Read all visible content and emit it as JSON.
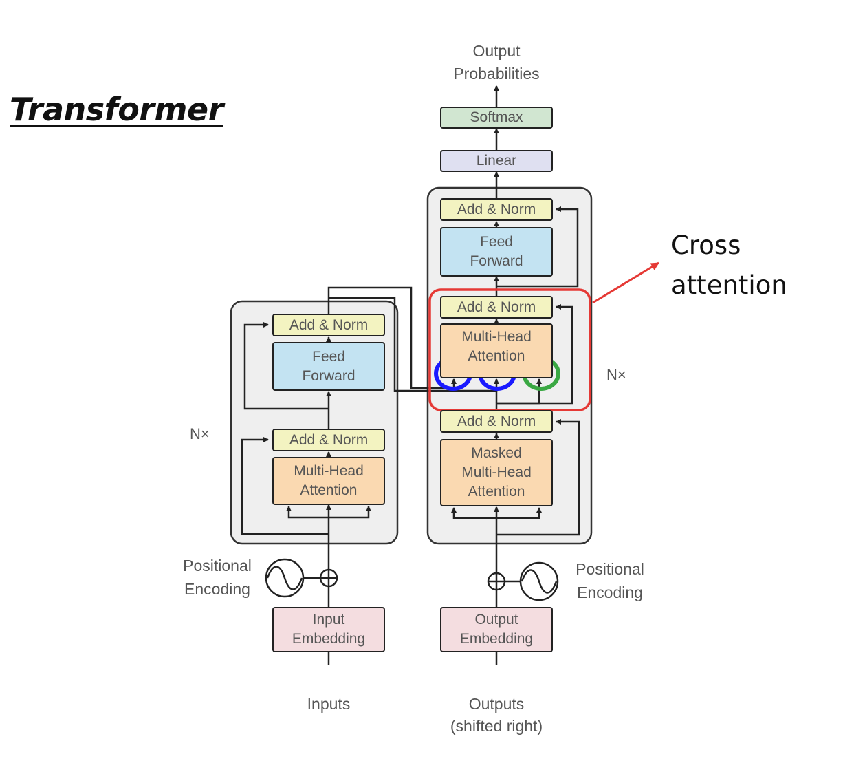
{
  "title": "Transformer",
  "output_probabilities": [
    "Output",
    "Probabilities"
  ],
  "softmax": "Softmax",
  "linear": "Linear",
  "encoder": {
    "repeat_label": "N×",
    "add_norm": "Add & Norm",
    "feed_forward": [
      "Feed",
      "Forward"
    ],
    "attention": [
      "Multi-Head",
      "Attention"
    ],
    "positional_encoding": [
      "Positional",
      "Encoding"
    ],
    "embedding": [
      "Input",
      "Embedding"
    ],
    "input_label": "Inputs"
  },
  "decoder": {
    "repeat_label": "N×",
    "add_norm": "Add & Norm",
    "feed_forward": [
      "Feed",
      "Forward"
    ],
    "cross_attention": [
      "Multi-Head",
      "Attention"
    ],
    "masked_attention": [
      "Masked",
      "Multi-Head",
      "Attention"
    ],
    "positional_encoding": [
      "Positional",
      "Encoding"
    ],
    "embedding": [
      "Output",
      "Embedding"
    ],
    "input_label": [
      "Outputs",
      "(shifted right)"
    ]
  },
  "annotation": {
    "text": [
      "Cross",
      "attention"
    ],
    "highlight_color": "#e53935",
    "key_value_marker_color": "#1a1aff",
    "query_marker_color": "#3aa843"
  }
}
